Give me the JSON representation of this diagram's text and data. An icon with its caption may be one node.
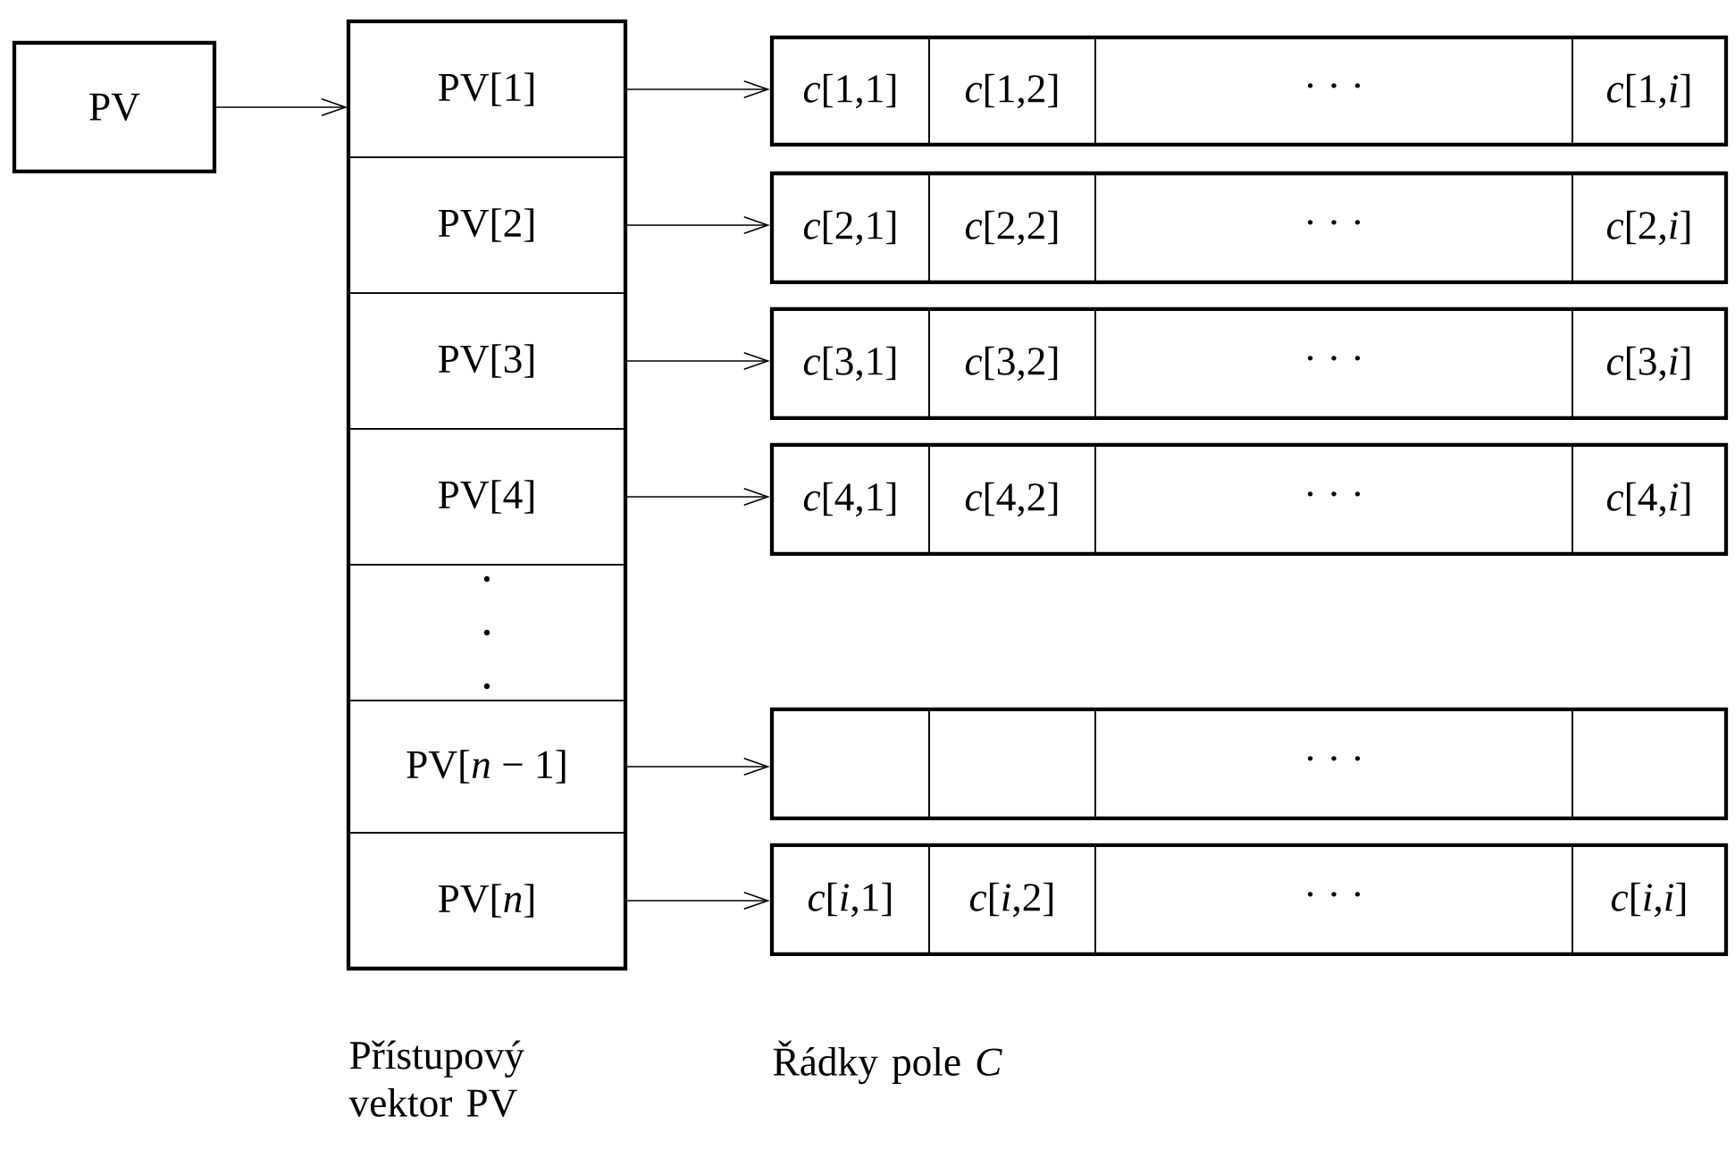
{
  "diagram": {
    "nodes": [
      {
        "text": [
          "PV"
        ]
      },
      {
        "text": [],
        "shape": "box"
      },
      {
        "text": [
          "PV[1]"
        ],
        "in": 1
      },
      {
        "text": [
          "PV[2]"
        ],
        "in": 1
      },
      {
        "text": [
          "PV[3]"
        ],
        "in": 1
      },
      {
        "text": [
          "PV[4]"
        ],
        "in": 1
      },
      {
        "text": [],
        "shape": "box",
        "in": 1
      },
      {
        "text": [
          "PV[*n* − 1]"
        ],
        "in": 1
      },
      {
        "text": [
          "PV[*n*]"
        ],
        "in": 1
      },
      {
        "text": [],
        "shape": "box"
      },
      {
        "text": [
          "*c*[1,1]"
        ],
        "in": 9
      },
      {
        "text": [
          "*c*[1,2]"
        ],
        "in": 9
      },
      {
        "text": [
          "· · ·"
        ],
        "in": 9
      },
      {
        "text": [
          "*c*[1,*i*]"
        ],
        "in": 9
      },
      {
        "text": [],
        "shape": "box"
      },
      {
        "text": [
          "*c*[2,1]"
        ],
        "in": 14
      },
      {
        "text": [
          "*c*[2,2]"
        ],
        "in": 14
      },
      {
        "text": [
          "· · ·"
        ],
        "in": 14
      },
      {
        "text": [
          "*c*[2,*i*]"
        ],
        "in": 14
      },
      {
        "text": [],
        "shape": "box"
      },
      {
        "text": [
          "*c*[3,1]"
        ],
        "in": 19
      },
      {
        "text": [
          "*c*[3,2]"
        ],
        "in": 19
      },
      {
        "text": [
          "· · ·"
        ],
        "in": 19
      },
      {
        "text": [
          "*c*[3,*i*]"
        ],
        "in": 19
      },
      {
        "text": [],
        "shape": "box"
      },
      {
        "text": [
          "*c*[4,1]"
        ],
        "in": 24
      },
      {
        "text": [
          "*c*[4,2]"
        ],
        "in": 24
      },
      {
        "text": [
          "· · ·"
        ],
        "in": 24
      },
      {
        "text": [
          "*c*[4,*i*]"
        ],
        "in": 24
      },
      {
        "text": [],
        "shape": "box"
      },
      {
        "text": [],
        "shape": "box",
        "in": 29
      },
      {
        "text": [],
        "shape": "box",
        "in": 29
      },
      {
        "text": [
          "· · ·"
        ],
        "in": 29
      },
      {
        "text": [],
        "shape": "box",
        "in": 29
      },
      {
        "text": [],
        "shape": "box"
      },
      {
        "text": [
          "*c*[*i*,1]"
        ],
        "in": 34
      },
      {
        "text": [
          "*c*[*i*,2]"
        ],
        "in": 34
      },
      {
        "text": [
          "· · ·"
        ],
        "in": 34
      },
      {
        "text": [
          "*c*[*i*,*i*]"
        ],
        "in": 34
      }
    ],
    "edges": [
      {
        "from": 0,
        "to": 2,
        "arrow": "to"
      },
      {
        "from": 2,
        "to": 9,
        "arrow": "to"
      },
      {
        "from": 3,
        "to": 14,
        "arrow": "to"
      },
      {
        "from": 4,
        "to": 19,
        "arrow": "to"
      },
      {
        "from": 5,
        "to": 24,
        "arrow": "to"
      },
      {
        "from": 7,
        "to": 29,
        "arrow": "to"
      },
      {
        "from": 8,
        "to": 34,
        "arrow": "to"
      }
    ],
    "labels": [
      "Přístupový vektor PV",
      "Řádky pole *C*"
    ]
  }
}
